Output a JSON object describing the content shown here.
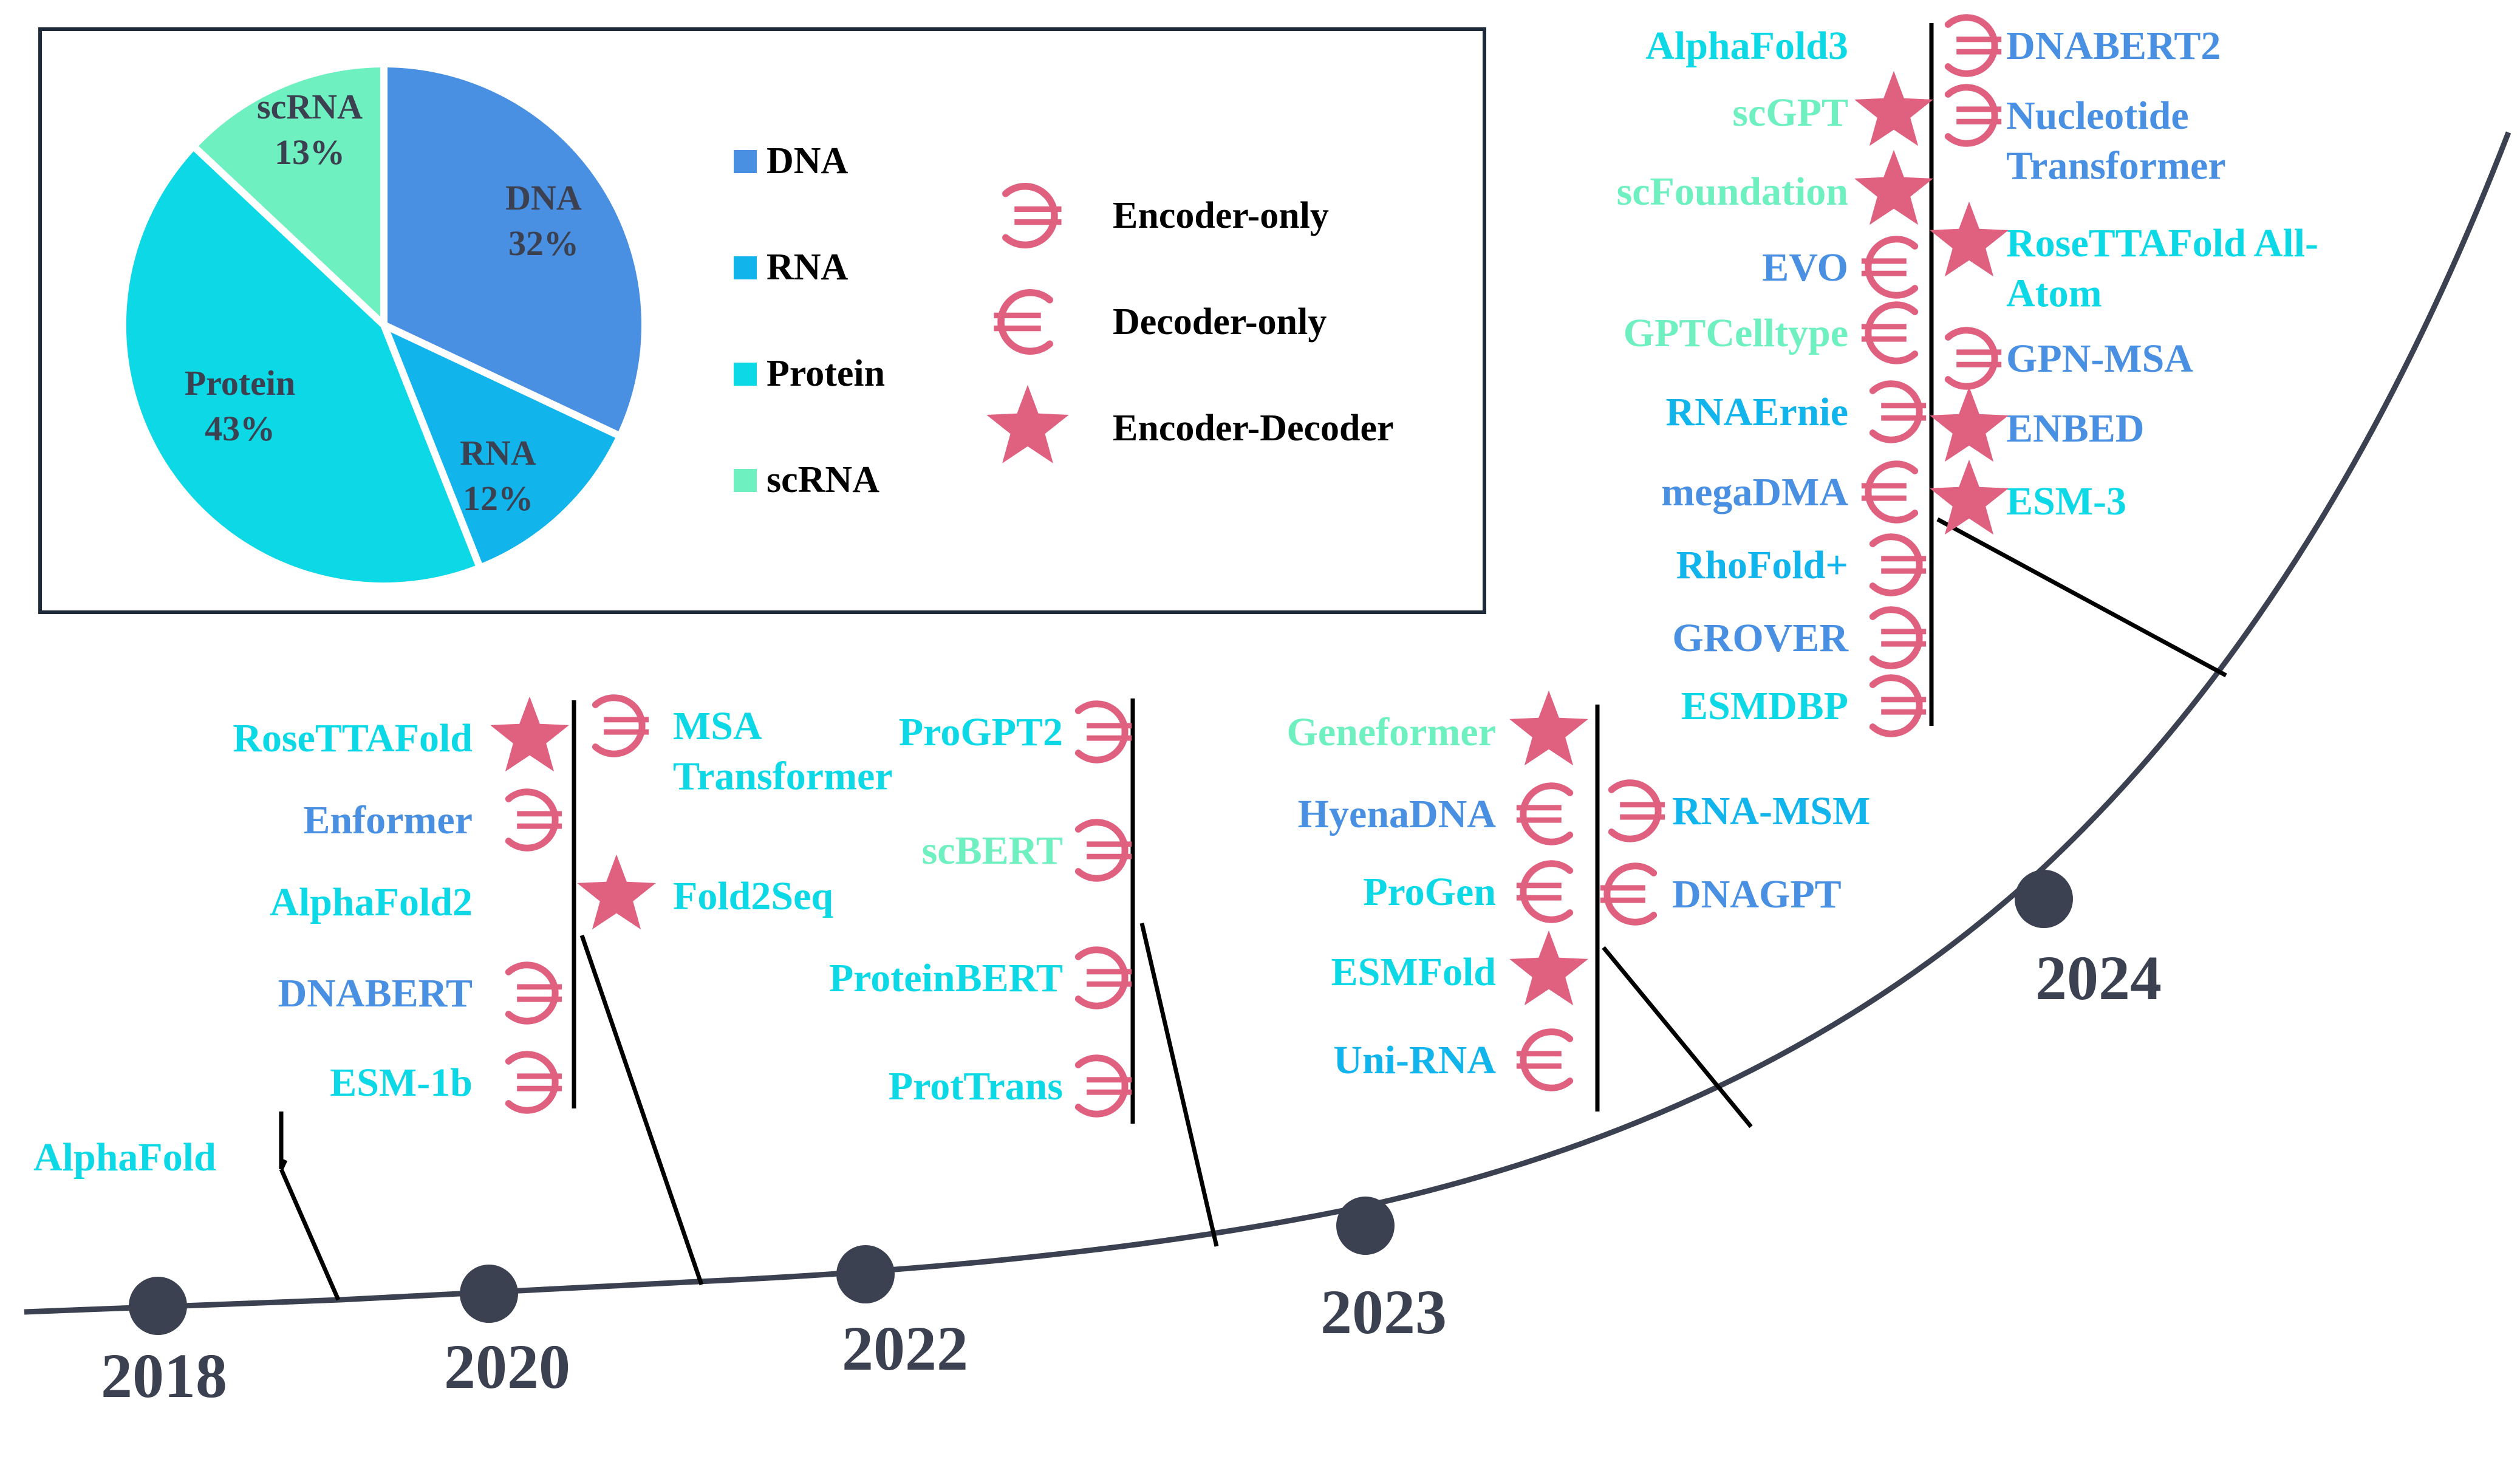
{
  "colors": {
    "dna": "#4a90e2",
    "rna": "#12b5eb",
    "protein": "#0dd9e6",
    "scrna": "#6ff0c0",
    "pink": "#e0607f",
    "axis": "#3b4150",
    "black": "#000000",
    "pie_label": "#3b4150"
  },
  "pie": {
    "slices": [
      {
        "key": "DNA",
        "label": "DNA",
        "percent": 32,
        "percent_label": "32%",
        "color": "#4a90e2"
      },
      {
        "key": "RNA",
        "label": "RNA",
        "percent": 12,
        "percent_label": "12%",
        "color": "#12b5eb"
      },
      {
        "key": "Protein",
        "label": "Protein",
        "percent": 43,
        "percent_label": "43%",
        "color": "#0dd9e6"
      },
      {
        "key": "scRNA",
        "label": "scRNA",
        "percent": 13,
        "percent_label": "13%",
        "color": "#6ff0c0"
      }
    ],
    "legend": [
      "DNA",
      "RNA",
      "Protein",
      "scRNA"
    ]
  },
  "arch_legend": [
    {
      "symbol": "encoder-icon",
      "label": "Encoder-only"
    },
    {
      "symbol": "decoder-icon",
      "label": "Decoder-only"
    },
    {
      "symbol": "star-icon",
      "label": "Encoder-Decoder"
    }
  ],
  "years": [
    "2018",
    "2020",
    "2022",
    "2023",
    "2024"
  ],
  "groups": [
    {
      "id": "alphafold",
      "left": [
        {
          "name": "AlphaFold",
          "type": "protein",
          "arch": ""
        }
      ],
      "right": []
    },
    {
      "id": "g2020",
      "left": [
        {
          "name": "RoseTTAFold",
          "type": "protein",
          "arch": "star"
        },
        {
          "name": "Enformer",
          "type": "dna",
          "arch": "encoder"
        },
        {
          "name": "AlphaFold2",
          "type": "protein",
          "arch": ""
        },
        {
          "name": "DNABERT",
          "type": "dna",
          "arch": "encoder"
        },
        {
          "name": "ESM-1b",
          "type": "protein",
          "arch": "encoder"
        }
      ],
      "right": [
        {
          "name": "MSA\nTransformer",
          "type": "protein",
          "arch": "encoder"
        },
        {
          "name": "Fold2Seq",
          "type": "protein",
          "arch": "star"
        }
      ]
    },
    {
      "id": "g2022",
      "left": [
        {
          "name": "ProGPT2",
          "type": "protein",
          "arch": "encoder"
        },
        {
          "name": "scBERT",
          "type": "scrna",
          "arch": "encoder"
        },
        {
          "name": "ProteinBERT",
          "type": "protein",
          "arch": "encoder"
        },
        {
          "name": "ProtTrans",
          "type": "protein",
          "arch": "encoder"
        }
      ],
      "right": []
    },
    {
      "id": "g2023",
      "left": [
        {
          "name": "Geneformer",
          "type": "scrna",
          "arch": "star"
        },
        {
          "name": "HyenaDNA",
          "type": "dna",
          "arch": "decoder"
        },
        {
          "name": "ProGen",
          "type": "protein",
          "arch": "decoder"
        },
        {
          "name": "ESMFold",
          "type": "protein",
          "arch": "star"
        },
        {
          "name": "Uni-RNA",
          "type": "rna",
          "arch": "decoder"
        }
      ],
      "right": [
        {
          "name": "RNA-MSM",
          "type": "rna",
          "arch": "encoder"
        },
        {
          "name": "DNAGPT",
          "type": "dna",
          "arch": "decoder"
        }
      ]
    },
    {
      "id": "g2024",
      "left": [
        {
          "name": "AlphaFold3",
          "type": "protein",
          "arch": ""
        },
        {
          "name": "scGPT",
          "type": "scrna",
          "arch": "star"
        },
        {
          "name": "scFoundation",
          "type": "scrna",
          "arch": "star"
        },
        {
          "name": "EVO",
          "type": "dna",
          "arch": "decoder"
        },
        {
          "name": "GPTCelltype",
          "type": "scrna",
          "arch": "decoder"
        },
        {
          "name": "RNAErnie",
          "type": "rna",
          "arch": "encoder"
        },
        {
          "name": "megaDMA",
          "type": "dna",
          "arch": "decoder"
        },
        {
          "name": "RhoFold+",
          "type": "rna",
          "arch": "encoder"
        },
        {
          "name": "GROVER",
          "type": "dna",
          "arch": "encoder"
        },
        {
          "name": "ESMDBP",
          "type": "protein",
          "arch": "encoder"
        }
      ],
      "right": [
        {
          "name": "DNABERT2",
          "type": "dna",
          "arch": "encoder"
        },
        {
          "name": "Nucleotide\nTransformer",
          "type": "dna",
          "arch": "encoder"
        },
        {
          "name": "RoseTTAFold All-\nAtom",
          "type": "protein",
          "arch": "star"
        },
        {
          "name": "GPN-MSA",
          "type": "dna",
          "arch": "encoder"
        },
        {
          "name": "ENBED",
          "type": "dna",
          "arch": "star"
        },
        {
          "name": "ESM-3",
          "type": "protein",
          "arch": "star"
        }
      ]
    }
  ]
}
